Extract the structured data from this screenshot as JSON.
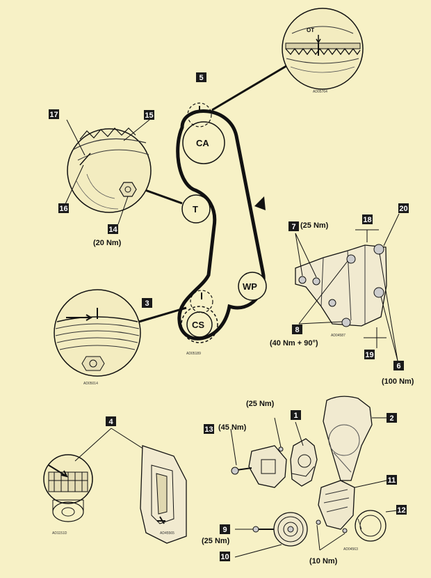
{
  "callouts": [
    {
      "num": "1"
    },
    {
      "num": "2"
    },
    {
      "num": "3"
    },
    {
      "num": "4"
    },
    {
      "num": "5"
    },
    {
      "num": "6"
    },
    {
      "num": "7"
    },
    {
      "num": "8"
    },
    {
      "num": "9"
    },
    {
      "num": "10"
    },
    {
      "num": "11"
    },
    {
      "num": "12"
    },
    {
      "num": "13"
    },
    {
      "num": "14"
    },
    {
      "num": "15"
    },
    {
      "num": "16"
    },
    {
      "num": "17"
    },
    {
      "num": "18"
    },
    {
      "num": "19"
    },
    {
      "num": "20"
    }
  ],
  "pulleys": {
    "camshaft": "CA",
    "tensioner": "T",
    "water_pump": "WP",
    "crankshaft": "CS"
  },
  "torques": {
    "t14": "(20 Nm)",
    "t7": "(25 Nm)",
    "t8": "(40 Nm + 90°)",
    "t6": "(100 Nm)",
    "t1": "(25 Nm)",
    "t13": "(45 Nm)",
    "t9": "(25 Nm)",
    "t10": "(10 Nm)"
  },
  "tdc_mark": "OT",
  "codes": {
    "c1": "AD05764",
    "c2": "AD05189",
    "c3": "AD05014",
    "c4": "AD04587",
    "c5": "AD1151D",
    "c6": "AD45565",
    "c7": "AD04563"
  },
  "colors": {
    "background": "#f7f1c6",
    "ink": "#111111",
    "callout_fill": "#1a1a1a",
    "callout_text": "#ffffff"
  }
}
